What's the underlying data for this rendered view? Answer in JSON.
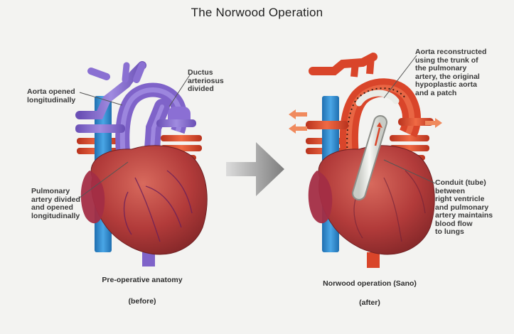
{
  "title": "The Norwood Operation",
  "before": {
    "labels": {
      "aorta_opened": [
        "Aorta opened",
        "longitudinally"
      ],
      "ductus": [
        "Ductus",
        "arteriosus",
        "divided"
      ],
      "pulmonary": [
        "Pulmonary",
        "artery divided",
        "and opened",
        "longitudinally"
      ]
    },
    "caption": "Pre-operative anatomy",
    "sub_caption": "(before)"
  },
  "after": {
    "labels": {
      "aorta_reconstructed": [
        "Aorta reconstructed",
        "using the trunk of",
        "the pulmonary",
        "artery, the original",
        "hypoplastic aorta",
        "and a patch"
      ],
      "conduit": [
        "Conduit (tube)",
        "between",
        "right ventricle",
        "and pulmonary",
        "artery maintains",
        "blood flow",
        "to lungs"
      ]
    },
    "caption": "Norwood operation (Sano)",
    "sub_caption": "(after)"
  },
  "colors": {
    "background": "#f3f3f1",
    "vena_cava_blue": "#2e8bd0",
    "purple_vessel": "#7f63c9",
    "red_vessel": "#d9452a",
    "heart": "#b23b3a",
    "heart_dark": "#7d2426",
    "arrow_gray": "#8c8c8c",
    "conduit_white": "#e9ebe6"
  }
}
